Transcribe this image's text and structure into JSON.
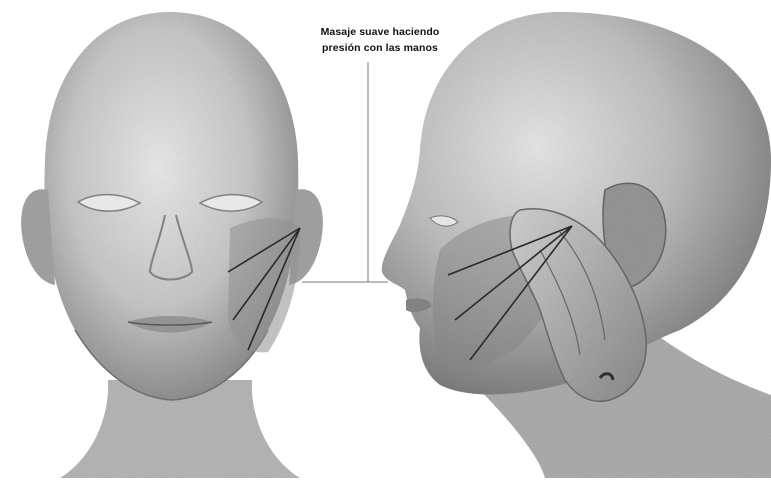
{
  "annotation": {
    "line1": "Masaje suave haciendo",
    "line2": "presión con las manos"
  },
  "figures": [
    {
      "name": "front-view",
      "description_icon": "face-front-icon"
    },
    {
      "name": "side-view",
      "description_icon": "face-profile-icon"
    }
  ],
  "colors": {
    "background": "#ffffff",
    "skin_light": "#e9e9e9",
    "skin_mid": "#b7b7b7",
    "skin_dark": "#6b6b6b",
    "massage_lines": "#2a2a2a"
  }
}
